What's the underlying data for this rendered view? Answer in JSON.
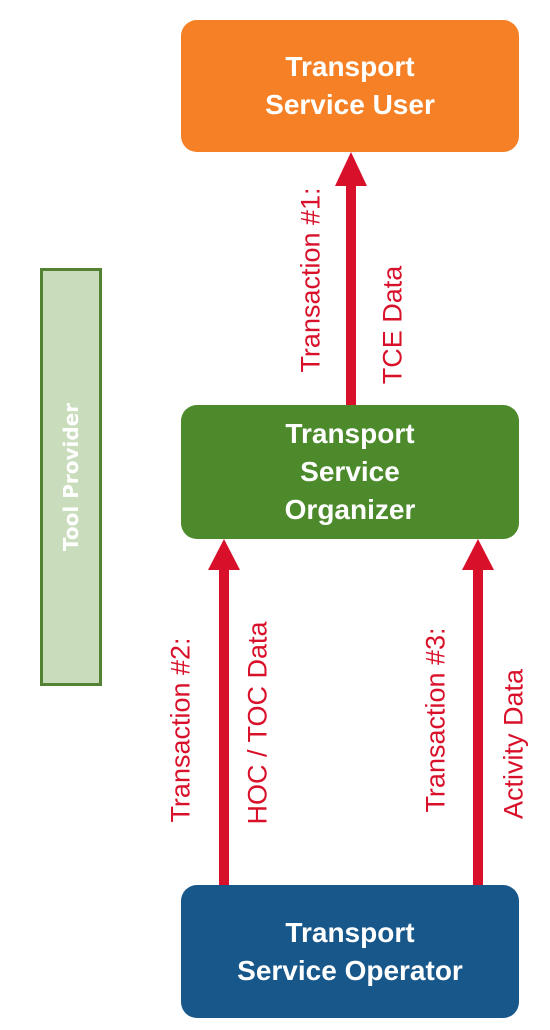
{
  "nodes": {
    "user": {
      "lines": [
        "Transport",
        "Service User"
      ],
      "color": "#f58025"
    },
    "organizer": {
      "lines": [
        "Transport",
        "Service",
        "Organizer"
      ],
      "color": "#4c8a2c"
    },
    "operator": {
      "lines": [
        "Transport",
        "Service Operator"
      ],
      "color": "#17578a"
    }
  },
  "sidebar": {
    "label": "Tool Provider",
    "fill": "#c9dcbb",
    "border": "#548235"
  },
  "transactions": [
    {
      "label": "Transaction #1:",
      "data": "TCE Data"
    },
    {
      "label": "Transaction #2:",
      "data": "HOC / TOC Data"
    },
    {
      "label": "Transaction #3:",
      "data": "Activity Data"
    }
  ],
  "arrow_color": "#d9102a"
}
